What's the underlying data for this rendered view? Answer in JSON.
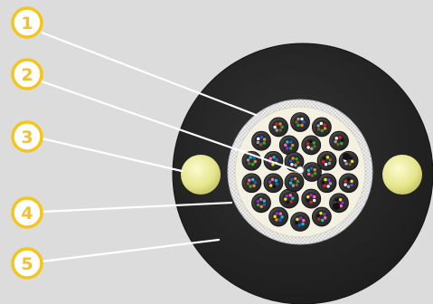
{
  "callouts": [
    {
      "label": "1",
      "target": "loose-tube"
    },
    {
      "label": "2",
      "target": "central-strength-member"
    },
    {
      "label": "3",
      "target": "strength-rod"
    },
    {
      "label": "4",
      "target": "water-blocking-tape"
    },
    {
      "label": "5",
      "target": "outer-sheath"
    }
  ],
  "colors": {
    "background": "#dcdcdc",
    "sheath": "#2a2a2a",
    "callout_ring": "#f5c518",
    "callout_fill": "#ffffff",
    "leader_line": "#ffffff",
    "strength_rod": "#ecec9a",
    "core_fill": "#f4f1e2",
    "tape": "#e8e8e8",
    "tube": "#3c3c3c"
  },
  "fiber_colors": [
    "#1e5bd8",
    "#f08a1c",
    "#2eaa3a",
    "#8b5a2b",
    "#9aa0a6",
    "#ffffff",
    "#e02020",
    "#111111",
    "#f2e01c",
    "#8a2be2",
    "#ff69b4",
    "#20c0c0"
  ]
}
